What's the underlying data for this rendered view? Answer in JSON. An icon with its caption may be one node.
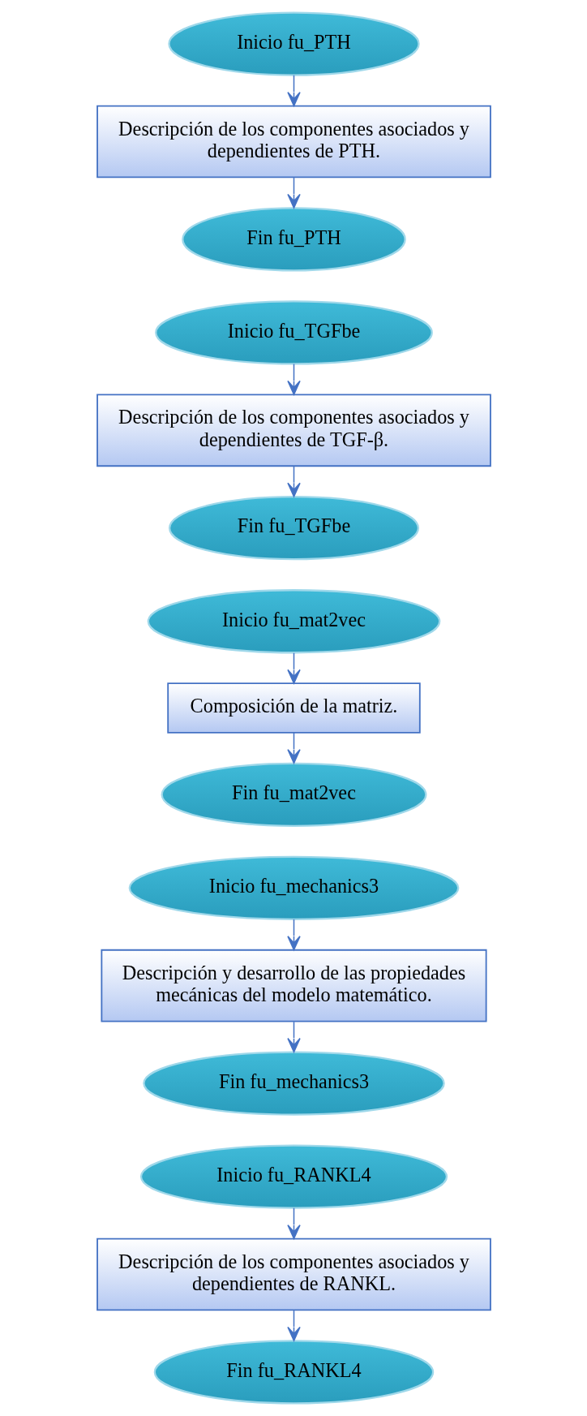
{
  "diagram": {
    "nodes": [
      {
        "text": [
          "Inicio fu_PTH"
        ]
      },
      {
        "text": [
          "Descripción de los componentes asociados y dependientes de PTH."
        ]
      },
      {
        "text": [
          "Fin fu_PTH"
        ]
      },
      {
        "text": [
          "Inicio fu_TGFbe"
        ]
      },
      {
        "text": [
          "Descripción de los componentes asociados y dependientes de TGF-β."
        ]
      },
      {
        "text": [
          "Fin fu_TGFbe"
        ]
      },
      {
        "text": [
          "Inicio fu_mat2vec"
        ]
      },
      {
        "text": [
          "Composición de la matriz."
        ]
      },
      {
        "text": [
          "Fin fu_mat2vec"
        ]
      },
      {
        "text": [
          "Inicio fu_mechanics3"
        ]
      },
      {
        "text": [
          "Descripción y desarrollo de las propiedades mecánicas del modelo matemático."
        ]
      },
      {
        "text": [
          "Fin fu_mechanics3"
        ]
      },
      {
        "text": [
          "Inicio fu_RANKL4"
        ]
      },
      {
        "text": [
          "Descripción de los componentes asociados y dependientes de RANKL."
        ]
      },
      {
        "text": [
          "Fin fu_RANKL4"
        ]
      }
    ],
    "edges": [
      {
        "from": 0,
        "to": 1,
        "arrow": "to"
      },
      {
        "from": 1,
        "to": 2,
        "arrow": "to"
      },
      {
        "from": 3,
        "to": 4,
        "arrow": "to"
      },
      {
        "from": 4,
        "to": 5,
        "arrow": "to"
      },
      {
        "from": 6,
        "to": 7,
        "arrow": "to"
      },
      {
        "from": 7,
        "to": 8,
        "arrow": "to"
      },
      {
        "from": 9,
        "to": 10,
        "arrow": "to"
      },
      {
        "from": 10,
        "to": 11,
        "arrow": "to"
      },
      {
        "from": 12,
        "to": 13,
        "arrow": "to"
      },
      {
        "from": 13,
        "to": 14,
        "arrow": "to"
      }
    ]
  }
}
